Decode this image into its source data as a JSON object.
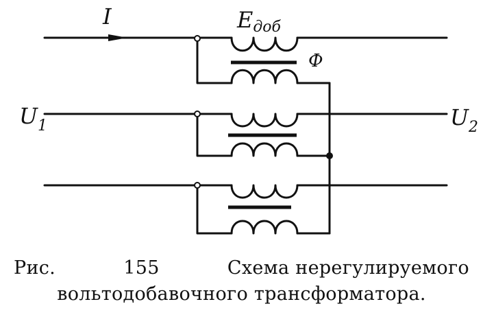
{
  "labels": {
    "current": "I",
    "emf_main": "E",
    "emf_sub": "доб",
    "flux": "Ф",
    "u1_main": "U",
    "u1_sub": "1",
    "u2_main": "U",
    "u2_sub": "2"
  },
  "caption": {
    "fig": "Рис.",
    "number": "155",
    "line1_rest": "Схема нерегулируемого",
    "line2": "вольтодобавочного трансформатора."
  }
}
